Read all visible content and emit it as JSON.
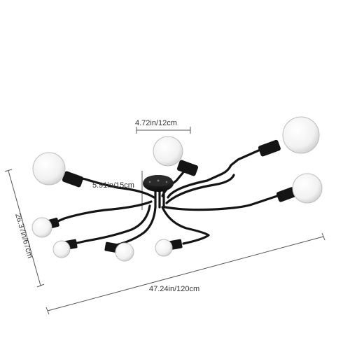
{
  "dimensions": {
    "bulb_spacing": "4.72in/12cm",
    "drop_height": "5.91in/15cm",
    "depth": "26.37in/67cm",
    "width": "47.24in/120cm"
  },
  "colors": {
    "fixture": "#141414",
    "bulb": "#f4f4f4",
    "bulb_edge": "#bdbdbd",
    "dimension_line": "#555555"
  }
}
